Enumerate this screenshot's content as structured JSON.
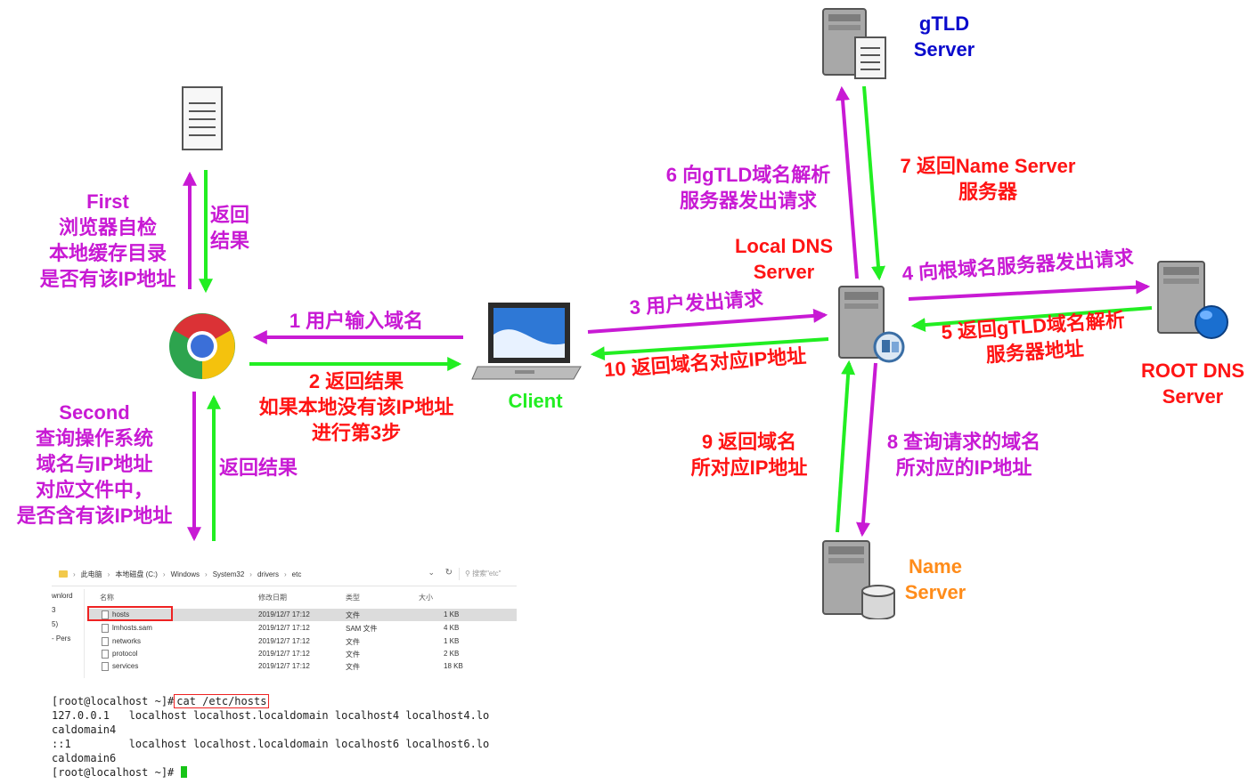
{
  "nodes": {
    "gtld_server": "gTLD\nServer",
    "local_dns": "Local DNS\nServer",
    "root_dns": "ROOT DNS\nServer",
    "name_server": "Name\nServer",
    "client": "Client"
  },
  "labels": {
    "first": "First\n浏览器自检\n本地缓存目录\n是否有该IP地址",
    "return1": "返回\n结果",
    "second": "Second\n查询操作系统\n域名与IP地址\n对应文件中，\n是否含有该IP地址",
    "return2": "返回结果",
    "step1": "1 用户输入域名",
    "step2": "2 返回结果\n如果本地没有该IP地址\n进行第3步",
    "step3": "3 用户发出请求",
    "step10": "10 返回域名对应IP地址",
    "step6": "6 向gTLD域名解析\n服务器发出请求",
    "step7": "7 返回Name Server\n服务器",
    "step4": "4 向根域名服务器发出请求",
    "step5": "5 返回gTLD域名解析\n服务器地址",
    "step9": "9 返回域名\n所对应IP地址",
    "step8": "8 查询请求的域名\n所对应的IP地址"
  },
  "explorer": {
    "breadcrumb": [
      "此电脑",
      "本地磁盘 (C:)",
      "Windows",
      "System32",
      "drivers",
      "etc"
    ],
    "search_placeholder": "搜索\"etc\"",
    "sidebar": [
      "wnlord",
      "3",
      "5)",
      "- Pers"
    ],
    "columns": [
      "名称",
      "修改日期",
      "类型",
      "大小"
    ],
    "files": [
      {
        "name": "hosts",
        "date": "2019/12/7 17:12",
        "type": "文件",
        "size": "1 KB"
      },
      {
        "name": "lmhosts.sam",
        "date": "2019/12/7 17:12",
        "type": "SAM 文件",
        "size": "4 KB"
      },
      {
        "name": "networks",
        "date": "2019/12/7 17:12",
        "type": "文件",
        "size": "1 KB"
      },
      {
        "name": "protocol",
        "date": "2019/12/7 17:12",
        "type": "文件",
        "size": "2 KB"
      },
      {
        "name": "services",
        "date": "2019/12/7 17:12",
        "type": "文件",
        "size": "18 KB"
      }
    ]
  },
  "terminal": {
    "prompt": "[root@localhost ~]#",
    "command": "cat /etc/hosts",
    "output": [
      "127.0.0.1   localhost localhost.localdomain localhost4 localhost4.lo",
      "caldomain4",
      "::1         localhost localhost.localdomain localhost6 localhost6.lo",
      "caldomain6"
    ],
    "final_prompt": "[root@localhost ~]# "
  },
  "colors": {
    "request_arrow": "#c81ad4",
    "response_arrow": "#22ee22",
    "red_text": "#ff1414",
    "magenta_text": "#c81ad4",
    "gtld_text": "#0a0acc",
    "name_server_text": "#ff8c1a"
  },
  "icons": [
    "document-icon",
    "chrome-icon",
    "laptop-icon",
    "server-icon",
    "globe-icon",
    "database-icon"
  ]
}
